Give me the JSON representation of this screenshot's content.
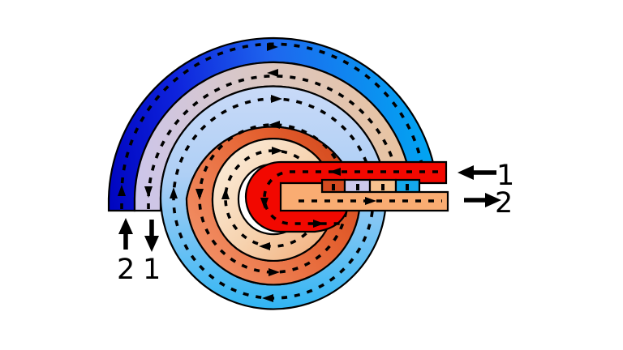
{
  "figure": {
    "type": "diagram",
    "subject": "Spiral heat exchanger counter-current flow schematic",
    "streams": {
      "stream1": {
        "label": "1",
        "description": "hot stream: enters red duct at right, U-turns in center, spirals outward while cooling, exits down at bottom-left"
      },
      "stream2": {
        "label": "2",
        "description": "cold stream: enters dark blue stub at bottom-left going up, spirals inward while warming, exits peach duct at right"
      }
    },
    "callouts": {
      "right_inlet": "1",
      "right_outlet": "2",
      "bottom_left_up": "2",
      "bottom_left_down": "1"
    },
    "palette": {
      "hot_red": "#F20800",
      "outlet_peach": "#F9AC72",
      "cold_blue": "#0005C0",
      "cyan": "#00A8F2",
      "pale_blue": "#AECFF5",
      "lavender": "#CCC6EC",
      "orange": "#F29066",
      "dark_orange_red": "#C83A12",
      "cream": "#FAE9D4",
      "outline": "#000000"
    }
  }
}
